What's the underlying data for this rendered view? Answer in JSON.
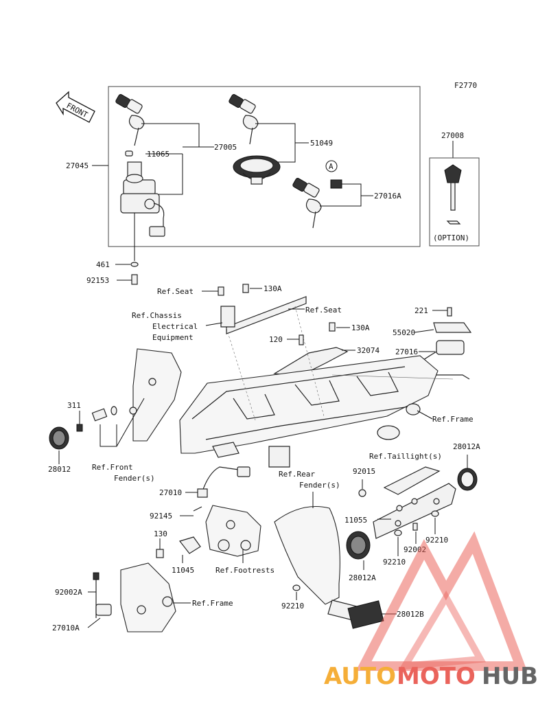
{
  "figure_code": "F2770",
  "front_label": "FRONT",
  "option_label": "(OPTION)",
  "callout_marker": "A",
  "parts": {
    "p27045": "27045",
    "p11065": "11065",
    "p27005": "27005",
    "p51049": "51049",
    "p27016A": "27016A",
    "p27008": "27008",
    "p461": "461",
    "p92153": "92153",
    "p130A_1": "130A",
    "p130A_2": "130A",
    "p120": "120",
    "p32074": "32074",
    "p221": "221",
    "p55020": "55020",
    "p27016": "27016",
    "p311": "311",
    "p28012": "28012",
    "p27010": "27010",
    "p92145": "92145",
    "p130": "130",
    "p11045": "11045",
    "p92002A": "92002A",
    "p27010A": "27010A",
    "p92015": "92015",
    "p11055": "11055",
    "p28012A_1": "28012A",
    "p28012A_2": "28012A",
    "p92210_1": "92210",
    "p92210_2": "92210",
    "p92210_3": "92210",
    "p92002": "92002",
    "p28012B": "28012B"
  },
  "refs": {
    "ref_seat_1": "Ref.Seat",
    "ref_seat_2": "Ref.Seat",
    "ref_chassis_1": "Ref.Chassis",
    "ref_chassis_2": "Electrical",
    "ref_chassis_3": "Equipment",
    "ref_frame_1": "Ref.Frame",
    "ref_frame_2": "Ref.Frame",
    "ref_front_fender_1": "Ref.Front",
    "ref_front_fender_2": "Fender(s)",
    "ref_rear_fender_1": "Ref.Rear",
    "ref_rear_fender_2": "Fender(s)",
    "ref_taillight": "Ref.Taillight(s)",
    "ref_footrests": "Ref.Footrests"
  },
  "watermark": {
    "part1": "AUTO",
    "part2": "MOTO",
    "part3": "HUB"
  },
  "colors": {
    "logo_orange": "#f5a623",
    "logo_red": "#e8534a",
    "logo_gray": "#555555"
  }
}
